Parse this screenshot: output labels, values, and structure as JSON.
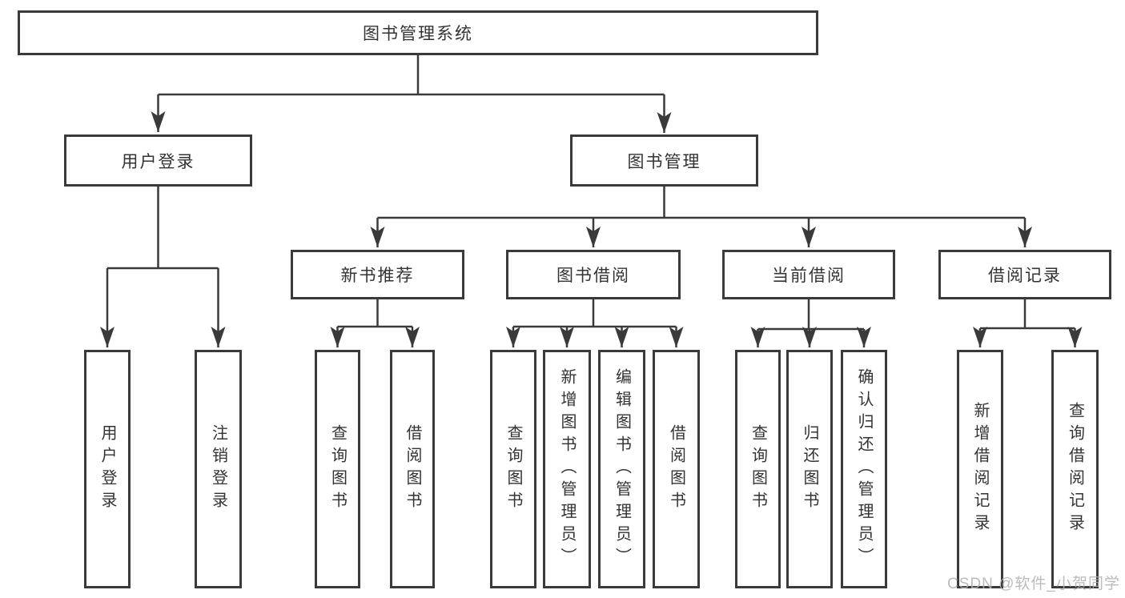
{
  "watermark": "CSDN @软件_小贺同学",
  "colors": {
    "line": "#3a3a3a",
    "text": "#333333",
    "background": "#ffffff",
    "watermark": "#c8c8c8"
  },
  "nodes": {
    "root": "图书管理系统",
    "user_login": "用户登录",
    "book_mgmt": "图书管理",
    "new_book_rec": "新书推荐",
    "book_borrow": "图书借阅",
    "current_borrow": "当前借阅",
    "borrow_records": "借阅记录",
    "leaf_user_login": "用户登录",
    "leaf_logout": "注销登录",
    "leaf_query_book_rec": "查询图书",
    "leaf_borrow_book_rec": "借阅图书",
    "leaf_query_book_borrow": "查询图书",
    "leaf_add_book": "新增图书（管理员）",
    "leaf_edit_book": "编辑图书（管理员）",
    "leaf_borrow_book_borrow": "借阅图书",
    "leaf_query_book_current": "查询图书",
    "leaf_return_book": "归还图书",
    "leaf_confirm_return": "确认归还（管理员）",
    "leaf_add_borrow_record": "新增借阅记录",
    "leaf_query_borrow_record": "查询借阅记录"
  },
  "hierarchy": {
    "图书管理系统": {
      "用户登录": [
        "用户登录",
        "注销登录"
      ],
      "图书管理": {
        "新书推荐": [
          "查询图书",
          "借阅图书"
        ],
        "图书借阅": [
          "查询图书",
          "新增图书（管理员）",
          "编辑图书（管理员）",
          "借阅图书"
        ],
        "当前借阅": [
          "查询图书",
          "归还图书",
          "确认归还（管理员）"
        ],
        "借阅记录": [
          "新增借阅记录",
          "查询借阅记录"
        ]
      }
    }
  }
}
